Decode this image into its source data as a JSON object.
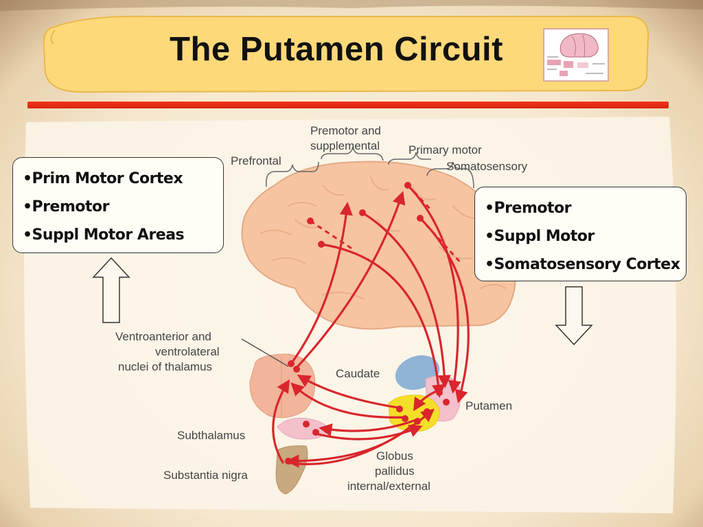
{
  "title": "The Putamen Circuit",
  "left_box": {
    "items": [
      "•Prim Motor Cortex",
      "•Premotor",
      "•Suppl Motor Areas"
    ]
  },
  "right_box": {
    "items": [
      "•Premotor",
      "•Suppl Motor",
      "•Somatosensory Cortex"
    ]
  },
  "diagram": {
    "cortex_labels": {
      "premotor_1": "Premotor and",
      "premotor_2": "supplemental",
      "prefrontal": "Prefrontal",
      "primary_motor": "Primary motor",
      "somatosensory": "Somatosensory"
    },
    "structures": {
      "thalamus_1": "Ventroanterior and",
      "thalamus_2": "ventrolateral",
      "thalamus_3": "nuclei of thalamus",
      "caudate": "Caudate",
      "putamen": "Putamen",
      "subthalamus": "Subthalamus",
      "globus_1": "Globus",
      "globus_2": "pallidus",
      "globus_3": "internal/external",
      "substantia_nigra": "Substantia nigra"
    }
  },
  "colors": {
    "pathway": "#d9262c",
    "brain": "#f6c4a0",
    "putamen": "#f4df28",
    "caudate": "#8fb4d6",
    "title_bar": "#f2331c",
    "banner": "#fdd97a"
  }
}
